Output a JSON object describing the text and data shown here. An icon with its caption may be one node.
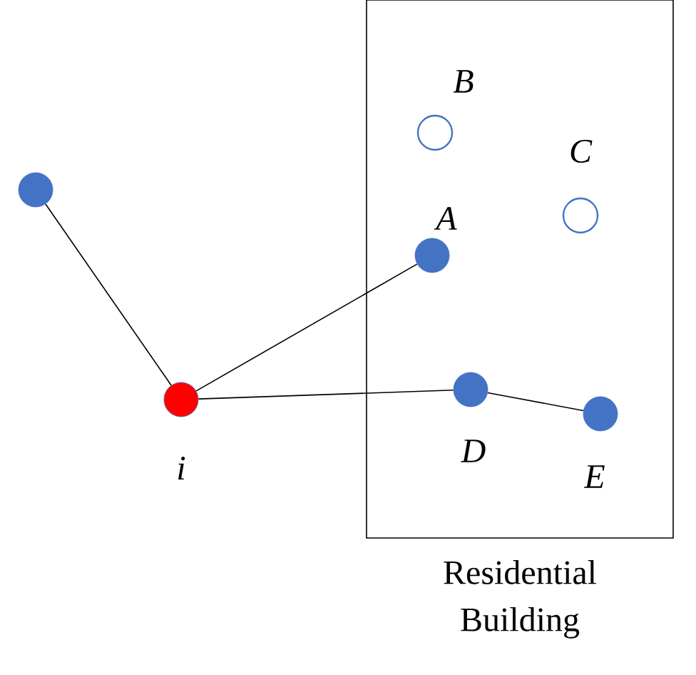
{
  "diagram": {
    "nodes": [
      {
        "text": [
          "Residential Building"
        ]
      },
      {
        "text": [],
        "shape": "circle"
      },
      {
        "text": [
          "i"
        ]
      },
      {
        "text": [
          "B"
        ],
        "in": 0
      },
      {
        "text": [
          "C"
        ],
        "in": 0
      },
      {
        "text": [
          "A"
        ],
        "in": 0
      },
      {
        "text": [
          "D"
        ],
        "in": 0
      },
      {
        "text": [
          "E"
        ],
        "in": 0
      }
    ],
    "edges": [
      {
        "from": 1,
        "to": 2,
        "arrow": "none"
      },
      {
        "from": 2,
        "to": 5,
        "arrow": "none"
      },
      {
        "from": 2,
        "to": 6,
        "arrow": "none"
      },
      {
        "from": 6,
        "to": 7,
        "arrow": "none"
      }
    ]
  }
}
